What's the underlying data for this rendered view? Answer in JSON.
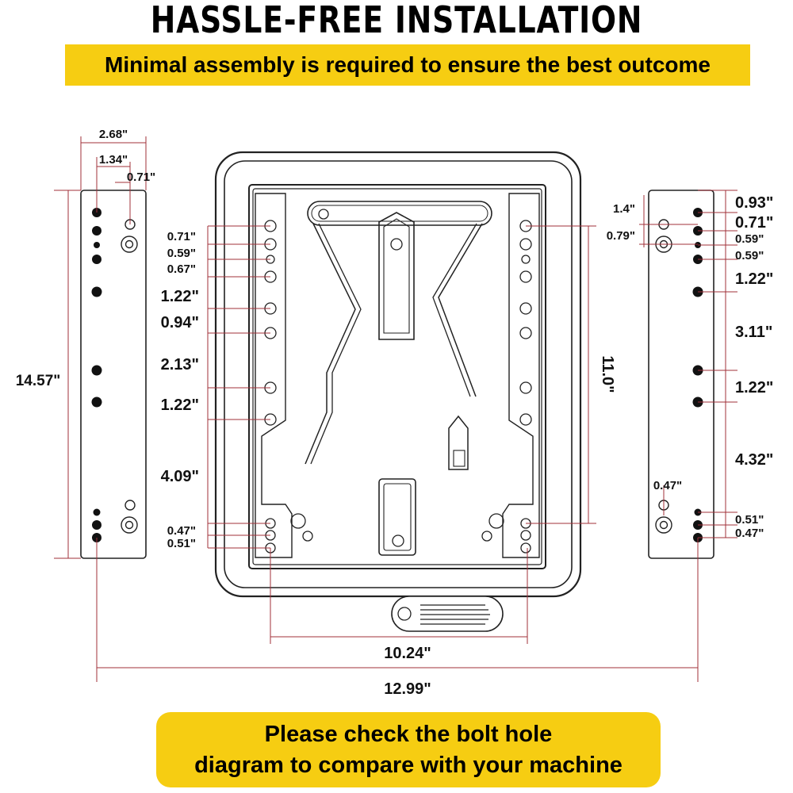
{
  "header": {
    "title": "HASSLE-FREE INSTALLATION",
    "subtitle": "Minimal assembly is required to ensure the best outcome"
  },
  "note": {
    "line1": "Please check the bolt hole",
    "line2": "diagram to compare with your machine"
  },
  "left_bracket": {
    "width": "2.68\"",
    "hole_offset": "1.34\"",
    "hole_offset_small": "0.71\"",
    "length": "14.57\""
  },
  "center_plate": {
    "left_spacings": [
      "0.71\"",
      "0.59\"",
      "0.67\"",
      "1.22\"",
      "0.94\"",
      "2.13\"",
      "1.22\"",
      "4.09\"",
      "0.47\"",
      "0.51\""
    ],
    "height": "11.0\"",
    "hole_span": "10.24\""
  },
  "right_bracket": {
    "hole_offset_a": "1.4\"",
    "hole_offset_b": "0.79\"",
    "hole_offset_c": "0.47\"",
    "spacings": [
      "0.93\"",
      "0.71\"",
      "0.59\"",
      "0.59\"",
      "1.22\"",
      "3.11\"",
      "1.22\"",
      "4.32\"",
      "0.51\"",
      "0.47\""
    ]
  },
  "overall": {
    "span": "12.99\""
  },
  "colors": {
    "accent": "#f6cd12",
    "dimension_line": "#a0303a",
    "hole_fill": "#111111"
  }
}
